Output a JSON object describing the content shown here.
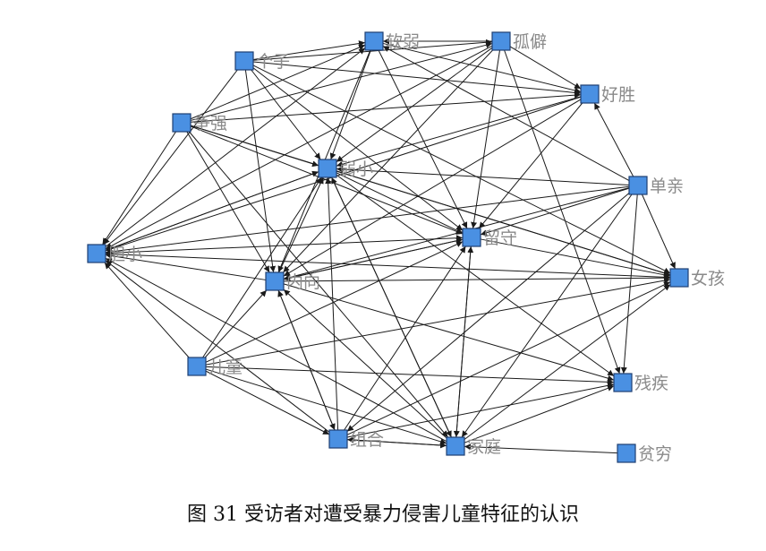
{
  "caption": "图 31 受访者对遭受暴力侵害儿童特征的认识",
  "colors": {
    "node_fill": "#4a90e2",
    "node_stroke": "#1e3f73",
    "edge": "#1a1a1a",
    "label": "#8a8a8a"
  },
  "nodes": [
    {
      "id": "ruanruo",
      "label": "软弱"
    },
    {
      "id": "guanpi",
      "label": "孤僻"
    },
    {
      "id": "gezi",
      "label": "个子"
    },
    {
      "id": "haosheng",
      "label": "好胜"
    },
    {
      "id": "zhengqiang",
      "label": "争强"
    },
    {
      "id": "ruoxiao",
      "label": "弱小"
    },
    {
      "id": "danqin",
      "label": "单亲"
    },
    {
      "id": "liushou",
      "label": "留守"
    },
    {
      "id": "danxiao",
      "label": "胆小"
    },
    {
      "id": "nvhai",
      "label": "女孩"
    },
    {
      "id": "neixiang",
      "label": "内向"
    },
    {
      "id": "ertong",
      "label": "儿童"
    },
    {
      "id": "canji",
      "label": "残疾"
    },
    {
      "id": "zuhe",
      "label": "组合"
    },
    {
      "id": "jiating",
      "label": "家庭"
    },
    {
      "id": "pinqiong",
      "label": "贫穷"
    }
  ],
  "edges": [
    [
      "gezi",
      "ruanruo"
    ],
    [
      "gezi",
      "guanpi"
    ],
    [
      "gezi",
      "haosheng"
    ],
    [
      "gezi",
      "ruoxiao"
    ],
    [
      "gezi",
      "neixiang"
    ],
    [
      "gezi",
      "liushou"
    ],
    [
      "gezi",
      "nvhai"
    ],
    [
      "gezi",
      "danxiao"
    ],
    [
      "zhengqiang",
      "ruanruo"
    ],
    [
      "zhengqiang",
      "guanpi"
    ],
    [
      "zhengqiang",
      "haosheng"
    ],
    [
      "zhengqiang",
      "ruoxiao"
    ],
    [
      "zhengqiang",
      "liushou"
    ],
    [
      "zhengqiang",
      "neixiang"
    ],
    [
      "zhengqiang",
      "nvhai"
    ],
    [
      "zhengqiang",
      "danxiao"
    ],
    [
      "zhengqiang",
      "jiating"
    ],
    [
      "guanpi",
      "ruanruo"
    ],
    [
      "guanpi",
      "haosheng"
    ],
    [
      "guanpi",
      "ruoxiao"
    ],
    [
      "guanpi",
      "liushou"
    ],
    [
      "guanpi",
      "neixiang"
    ],
    [
      "guanpi",
      "danxiao"
    ],
    [
      "guanpi",
      "canji"
    ],
    [
      "ruanruo",
      "ruoxiao"
    ],
    [
      "ruanruo",
      "haosheng"
    ],
    [
      "ruanruo",
      "liushou"
    ],
    [
      "ruanruo",
      "neixiang"
    ],
    [
      "haosheng",
      "ruoxiao"
    ],
    [
      "haosheng",
      "danxiao"
    ],
    [
      "haosheng",
      "neixiang"
    ],
    [
      "haosheng",
      "liushou"
    ],
    [
      "danqin",
      "haosheng"
    ],
    [
      "danqin",
      "ruanruo"
    ],
    [
      "danqin",
      "ruoxiao"
    ],
    [
      "danqin",
      "liushou"
    ],
    [
      "danqin",
      "nvhai"
    ],
    [
      "danqin",
      "canji"
    ],
    [
      "danqin",
      "neixiang"
    ],
    [
      "danqin",
      "danxiao"
    ],
    [
      "danqin",
      "zuhe"
    ],
    [
      "danqin",
      "jiating"
    ],
    [
      "ruoxiao",
      "liushou"
    ],
    [
      "ruoxiao",
      "nvhai"
    ],
    [
      "ruoxiao",
      "canji"
    ],
    [
      "ruoxiao",
      "jiating"
    ],
    [
      "ruoxiao",
      "danxiao"
    ],
    [
      "liushou",
      "nvhai"
    ],
    [
      "liushou",
      "neixiang"
    ],
    [
      "liushou",
      "jiating"
    ],
    [
      "danxiao",
      "liushou"
    ],
    [
      "danxiao",
      "ruoxiao"
    ],
    [
      "danxiao",
      "nvhai"
    ],
    [
      "danxiao",
      "ruanruo"
    ],
    [
      "neixiang",
      "ruoxiao"
    ],
    [
      "neixiang",
      "liushou"
    ],
    [
      "neixiang",
      "nvhai"
    ],
    [
      "neixiang",
      "danxiao"
    ],
    [
      "neixiang",
      "canji"
    ],
    [
      "neixiang",
      "zuhe"
    ],
    [
      "ertong",
      "danxiao"
    ],
    [
      "ertong",
      "neixiang"
    ],
    [
      "ertong",
      "liushou"
    ],
    [
      "ertong",
      "nvhai"
    ],
    [
      "ertong",
      "canji"
    ],
    [
      "ertong",
      "zuhe"
    ],
    [
      "ertong",
      "jiating"
    ],
    [
      "ertong",
      "ruoxiao"
    ],
    [
      "zuhe",
      "ruoxiao"
    ],
    [
      "zuhe",
      "neixiang"
    ],
    [
      "zuhe",
      "liushou"
    ],
    [
      "zuhe",
      "nvhai"
    ],
    [
      "zuhe",
      "canji"
    ],
    [
      "zuhe",
      "jiating"
    ],
    [
      "zuhe",
      "danxiao"
    ],
    [
      "jiating",
      "ruoxiao"
    ],
    [
      "jiating",
      "neixiang"
    ],
    [
      "jiating",
      "liushou"
    ],
    [
      "jiating",
      "nvhai"
    ],
    [
      "jiating",
      "canji"
    ],
    [
      "jiating",
      "danxiao"
    ],
    [
      "jiating",
      "zuhe"
    ],
    [
      "pinqiong",
      "jiating"
    ]
  ]
}
